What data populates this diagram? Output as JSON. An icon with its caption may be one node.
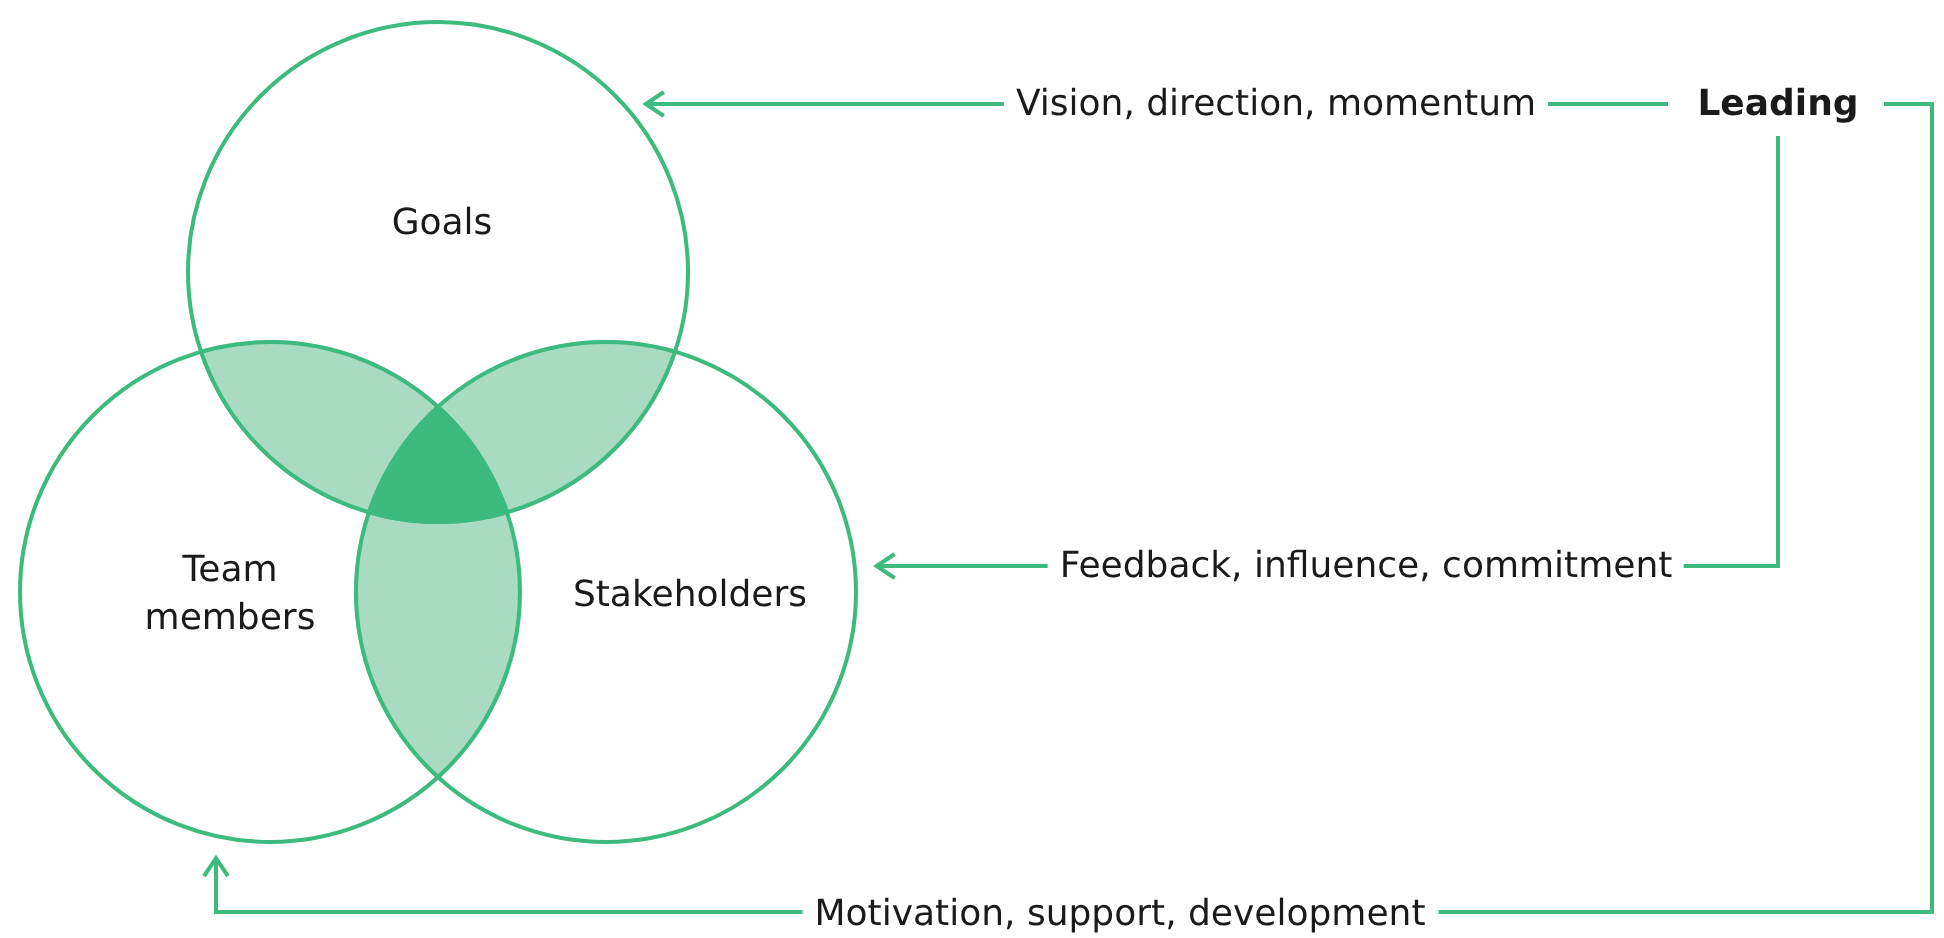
{
  "diagram": {
    "nodes": [
      {
        "text": [
          "Goals"
        ]
      },
      {
        "text": [
          "Team members"
        ]
      },
      {
        "text": [
          "Stakeholders"
        ]
      },
      {
        "text": [
          "Leading"
        ]
      }
    ],
    "edges": [
      {
        "from": 3,
        "to": 0,
        "arrow": "to",
        "label": "Vision, direction, momentum"
      },
      {
        "from": 3,
        "to": 2,
        "arrow": "to",
        "label": "Feedback, influence, commitment"
      },
      {
        "from": 3,
        "to": 1,
        "arrow": "to",
        "label": "Motivation, support, development"
      }
    ]
  }
}
